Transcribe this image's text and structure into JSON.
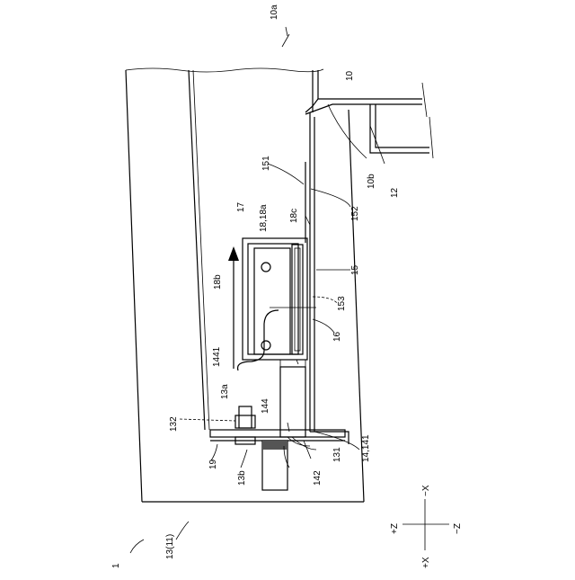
{
  "figure": {
    "labels": {
      "l10a": "10a",
      "l10": "10",
      "l10b": "10b",
      "l12": "12",
      "l151": "151",
      "l152": "152",
      "l17": "17",
      "l18": "18,18a",
      "l18c": "18c",
      "l15": "15",
      "l18b": "18b",
      "l153": "153",
      "l16": "16",
      "l1441": "1441",
      "l13a": "13a",
      "l144": "144",
      "l132": "132",
      "l19": "19",
      "l13b": "13b",
      "l131": "131",
      "l142": "142",
      "l14141": "14,141",
      "l1311": "13(11)",
      "l1": "1"
    },
    "axes": {
      "neg_x": "−X",
      "pos_x": "+X",
      "pos_z": "+Z",
      "neg_z": "−Z"
    }
  }
}
